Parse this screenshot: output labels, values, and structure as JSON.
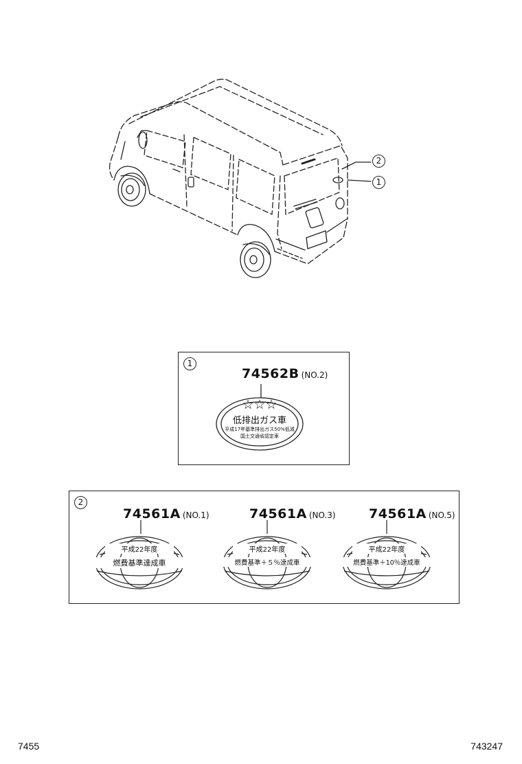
{
  "callouts": [
    {
      "number": "2"
    },
    {
      "number": "1"
    }
  ],
  "box1": {
    "index": "1",
    "part_number": "74562B",
    "variant": "(NO.2)",
    "label": {
      "stars": "☆☆☆",
      "main": "低排出ガス車",
      "sub1": "平成17年基準排出ガス50%低減",
      "sub2": "国土交通省認定車"
    }
  },
  "box2": {
    "index": "2",
    "items": [
      {
        "part_number": "74561A",
        "variant": "(NO.1)",
        "line1": "平成22年度",
        "line2": "燃費基準達成車"
      },
      {
        "part_number": "74561A",
        "variant": "(NO.3)",
        "line1": "平成22年度",
        "line2": "燃費基準＋５％達成車"
      },
      {
        "part_number": "74561A",
        "variant": "(NO.5)",
        "line1": "平成22年度",
        "line2": "燃費基準＋10％達成車"
      }
    ]
  },
  "footer": {
    "left": "7455",
    "right": "743247"
  }
}
